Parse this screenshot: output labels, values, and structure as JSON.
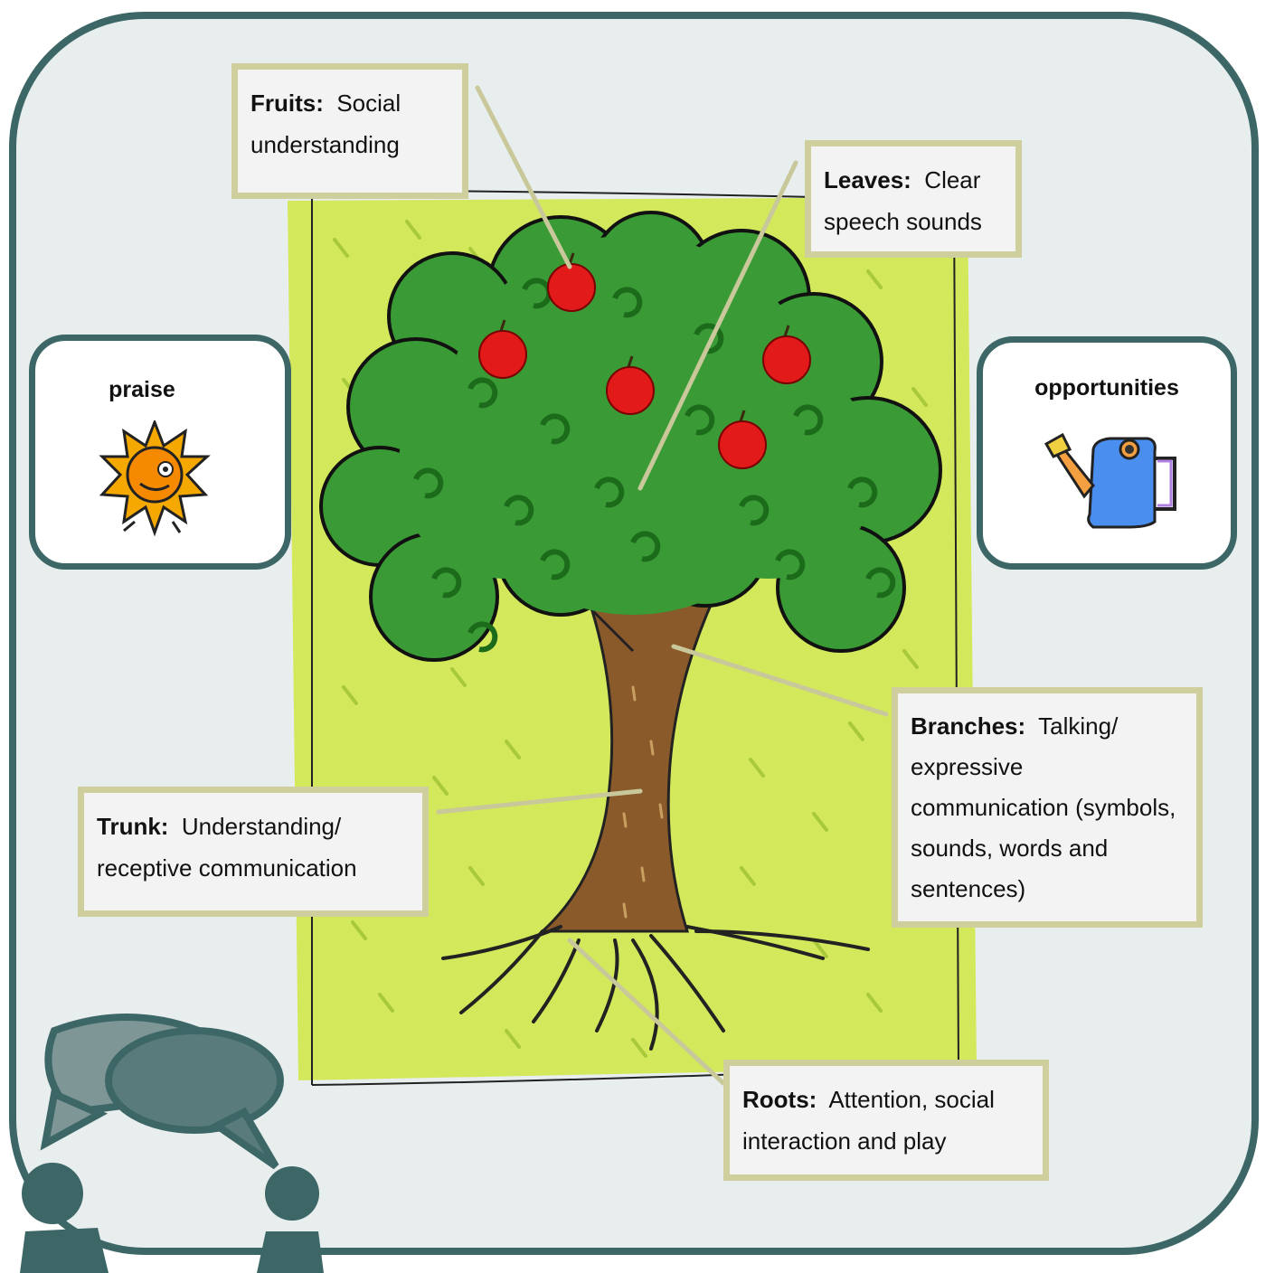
{
  "side_cards": {
    "praise": {
      "label": "praise",
      "icon": "sun-character-icon"
    },
    "opportunities": {
      "label": "opportunities",
      "icon": "watering-can-icon"
    }
  },
  "callouts": {
    "fruits": {
      "term": "Fruits:",
      "text": "Social understanding"
    },
    "leaves": {
      "term": "Leaves:",
      "text": "Clear speech sounds"
    },
    "branches": {
      "term": "Branches:",
      "text": "Talking/ expressive communication (symbols, sounds, words and sentences)"
    },
    "trunk": {
      "term": "Trunk:",
      "text": "Understanding/ receptive communication"
    },
    "roots": {
      "term": "Roots:",
      "text": "Attention, social interaction and play"
    }
  },
  "colors": {
    "frame": "#3d6767",
    "background": "#e8eeee",
    "poster": "#d4e85c",
    "foliage": "#3a9a35",
    "apple": "#e31a1a",
    "trunk": "#8a5a2b",
    "callout_border": "#cfcf9d"
  },
  "icons": [
    "sun-character-icon",
    "watering-can-icon",
    "apple-icon",
    "speech-bubbles-icon",
    "person-icon"
  ]
}
